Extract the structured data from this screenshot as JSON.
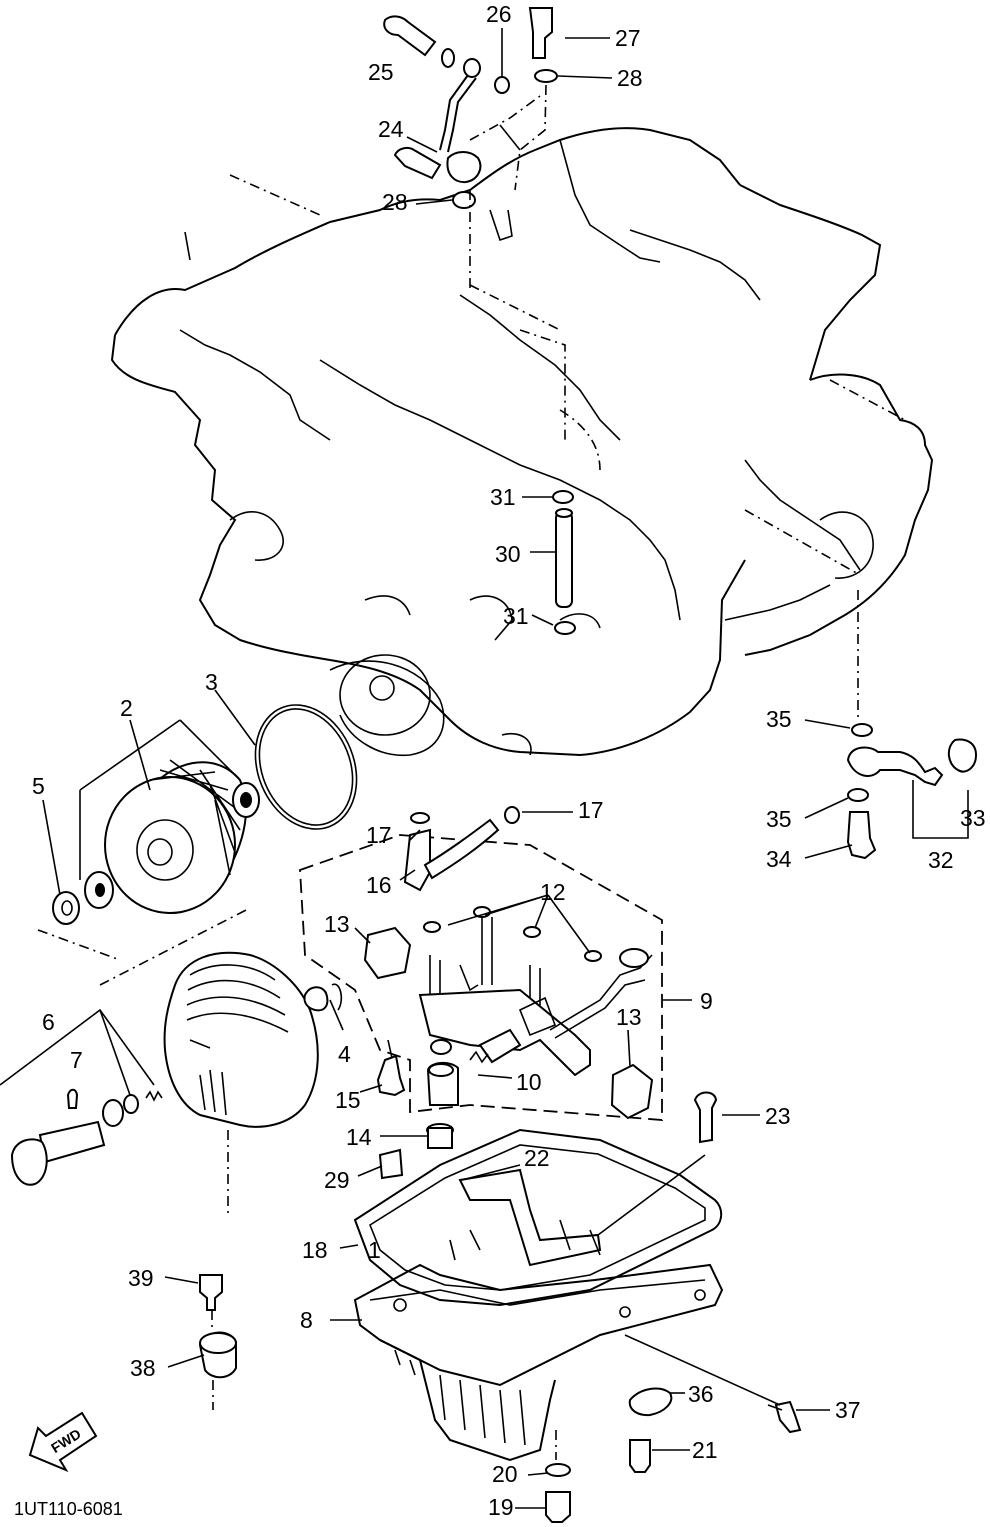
{
  "diagram": {
    "drawing_code": "1UT110-6081",
    "direction_marker": "FWD",
    "callouts": [
      "1",
      "2",
      "3",
      "4",
      "5",
      "6",
      "7",
      "8",
      "9",
      "10",
      "12",
      "13",
      "13",
      "14",
      "15",
      "16",
      "17",
      "17",
      "18",
      "19",
      "20",
      "21",
      "22",
      "23",
      "24",
      "25",
      "26",
      "27",
      "28",
      "28",
      "29",
      "30",
      "31",
      "31",
      "32",
      "33",
      "34",
      "35",
      "35",
      "36",
      "37",
      "38",
      "39"
    ]
  }
}
